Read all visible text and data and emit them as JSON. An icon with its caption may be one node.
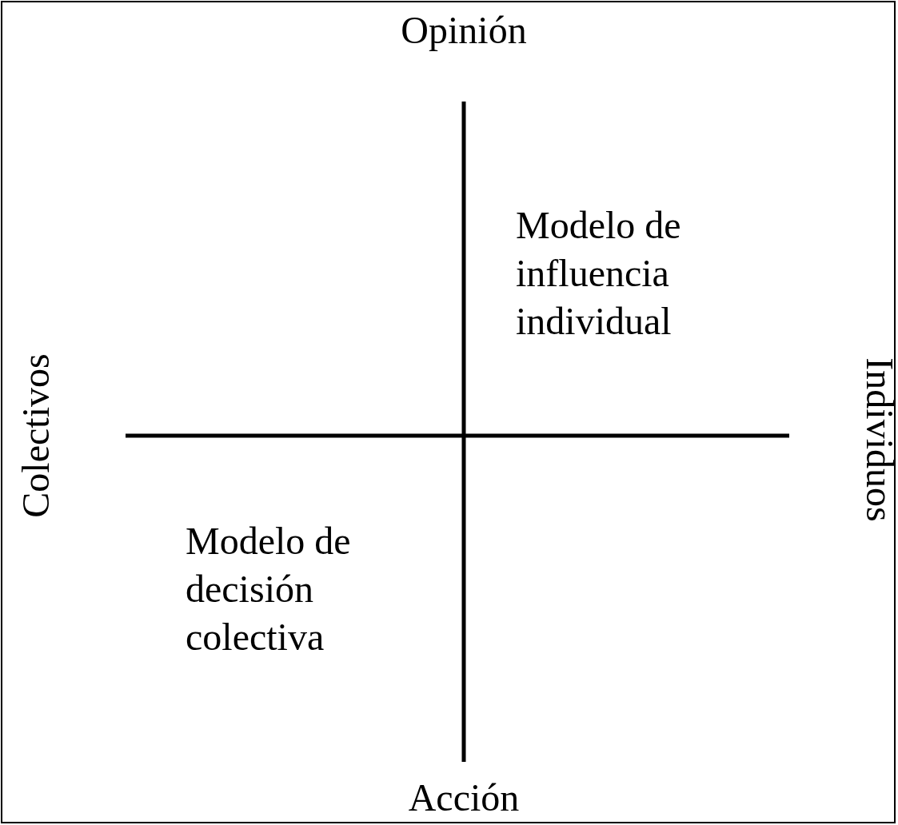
{
  "diagram": {
    "labels": [
      "Opinión",
      "Modelo de influencia individual",
      "Colectivos",
      "Individuos",
      "Modelo de decisión colectiva",
      "Acción"
    ]
  }
}
